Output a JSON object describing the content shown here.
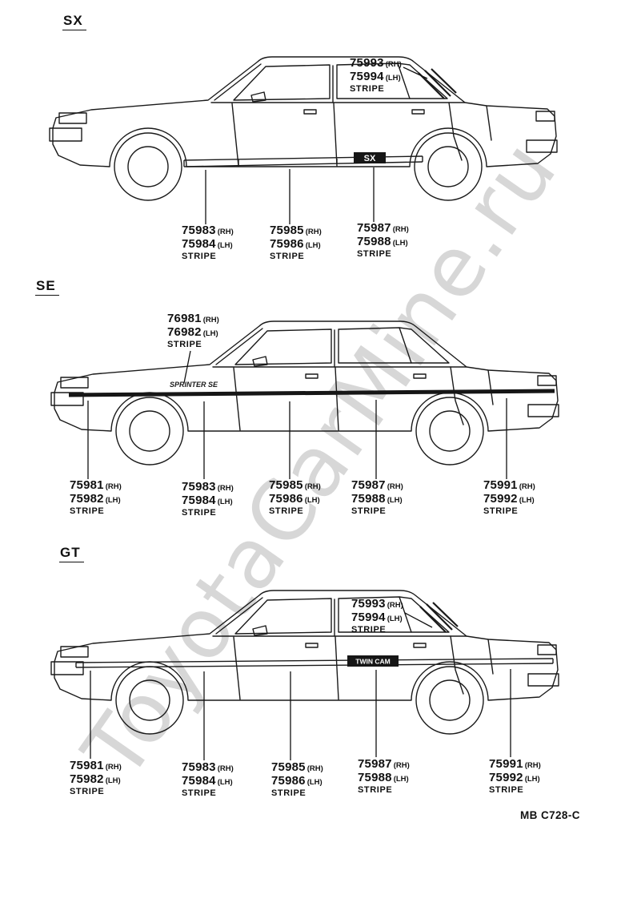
{
  "page": {
    "code": "MB C728-C",
    "watermark": "ToyotaCarMine.ru"
  },
  "sections": [
    {
      "title": "SX",
      "decal": "SX",
      "window_stripe": {
        "rh_num": "75993",
        "rh": "(RH)",
        "lh_num": "75994",
        "lh": "(LH)",
        "note": "STRIPE"
      },
      "bottom": [
        {
          "rh_num": "75983",
          "rh": "(RH)",
          "lh_num": "75984",
          "lh": "(LH)",
          "note": "STRIPE"
        },
        {
          "rh_num": "75985",
          "rh": "(RH)",
          "lh_num": "75986",
          "lh": "(LH)",
          "note": "STRIPE"
        },
        {
          "rh_num": "75987",
          "rh": "(RH)",
          "lh_num": "75988",
          "lh": "(LH)",
          "note": "STRIPE"
        }
      ]
    },
    {
      "title": "SE",
      "decal": "SPRINTER SE",
      "fender_stripe": {
        "rh_num": "76981",
        "rh": "(RH)",
        "lh_num": "76982",
        "lh": "(LH)",
        "note": "STRIPE"
      },
      "bottom": [
        {
          "rh_num": "75981",
          "rh": "(RH)",
          "lh_num": "75982",
          "lh": "(LH)",
          "note": "STRIPE"
        },
        {
          "rh_num": "75983",
          "rh": "(RH)",
          "lh_num": "75984",
          "lh": "(LH)",
          "note": "STRIPE"
        },
        {
          "rh_num": "75985",
          "rh": "(RH)",
          "lh_num": "75986",
          "lh": "(LH)",
          "note": "STRIPE"
        },
        {
          "rh_num": "75987",
          "rh": "(RH)",
          "lh_num": "75988",
          "lh": "(LH)",
          "note": "STRIPE"
        },
        {
          "rh_num": "75991",
          "rh": "(RH)",
          "lh_num": "75992",
          "lh": "(LH)",
          "note": "STRIPE"
        }
      ]
    },
    {
      "title": "GT",
      "decal": "TWIN CAM",
      "window_stripe": {
        "rh_num": "75993",
        "rh": "(RH)",
        "lh_num": "75994",
        "lh": "(LH)",
        "note": "STRIPE"
      },
      "bottom": [
        {
          "rh_num": "75981",
          "rh": "(RH)",
          "lh_num": "75982",
          "lh": "(LH)",
          "note": "STRIPE"
        },
        {
          "rh_num": "75983",
          "rh": "(RH)",
          "lh_num": "75984",
          "lh": "(LH)",
          "note": "STRIPE"
        },
        {
          "rh_num": "75985",
          "rh": "(RH)",
          "lh_num": "75986",
          "lh": "(LH)",
          "note": "STRIPE"
        },
        {
          "rh_num": "75987",
          "rh": "(RH)",
          "lh_num": "75988",
          "lh": "(LH)",
          "note": "STRIPE"
        },
        {
          "rh_num": "75991",
          "rh": "(RH)",
          "lh_num": "75992",
          "lh": "(LH)",
          "note": "STRIPE"
        }
      ]
    }
  ]
}
